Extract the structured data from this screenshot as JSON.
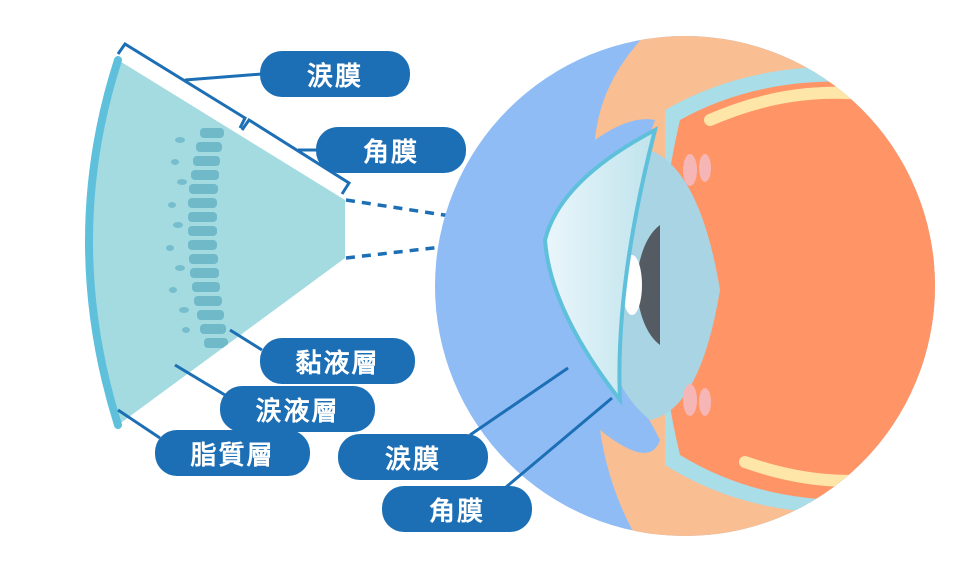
{
  "labels": {
    "tear_film_top": "涙膜",
    "cornea_top": "角膜",
    "mucin_layer": "黏液層",
    "aqueous_layer": "涙液層",
    "lipid_layer": "脂質層",
    "tear_film_bottom": "涙膜",
    "cornea_bottom": "角膜"
  },
  "colors": {
    "label_bg": "#1c6fb5",
    "line": "#1c6fb5",
    "cornea_section": "#a3dbe0",
    "tear_edge": "#5fc0dc",
    "eyeball": "#ff9566",
    "eyelid": "#f9be92",
    "background_circle": "#8fbcf5"
  }
}
